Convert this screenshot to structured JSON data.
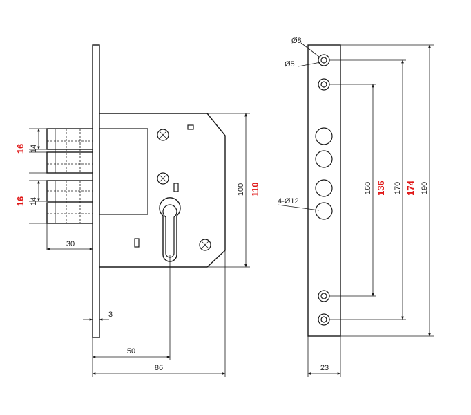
{
  "front_view": {
    "bolt_height_outer": "16",
    "bolt_height_inner": "14",
    "bolt_height_outer_2": "16",
    "bolt_height_inner_2": "14",
    "bolt_throw": "30",
    "case_height_100": "100",
    "case_height_110": "110",
    "faceplate_thickness": "3",
    "backset": "50",
    "case_depth": "86"
  },
  "side_view": {
    "screw_head_dia": "Ø8",
    "screw_hole_dia": "Ø5",
    "holes": "4-Ø12",
    "dim_160": "160",
    "dim_136": "136",
    "dim_170": "170",
    "dim_174": "174",
    "dim_190": "190",
    "width": "23"
  },
  "colors": {
    "line": "#1a1a1a",
    "highlight": "#e01818"
  }
}
